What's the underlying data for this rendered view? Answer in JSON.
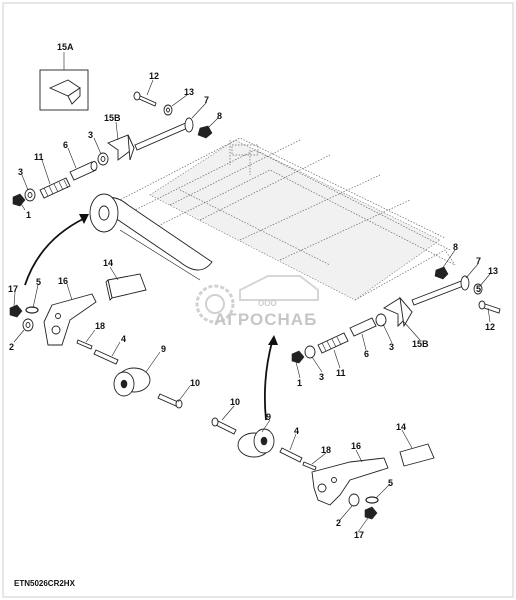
{
  "figure": {
    "code": "ETN5026CR2HX",
    "watermark_small": "ООО",
    "watermark_text": "АГРОСНАБ"
  },
  "inset": {
    "label": "15A"
  },
  "callouts": [
    "15A",
    "12",
    "13",
    "7",
    "8",
    "15B",
    "3",
    "6",
    "11",
    "3",
    "1",
    "14",
    "16",
    "17",
    "5",
    "2",
    "18",
    "4",
    "9",
    "10",
    "8",
    "7",
    "13",
    "5",
    "12",
    "15B",
    "3",
    "6",
    "11",
    "3",
    "1",
    "10",
    "9",
    "4",
    "18",
    "16",
    "14",
    "5",
    "2",
    "17"
  ]
}
